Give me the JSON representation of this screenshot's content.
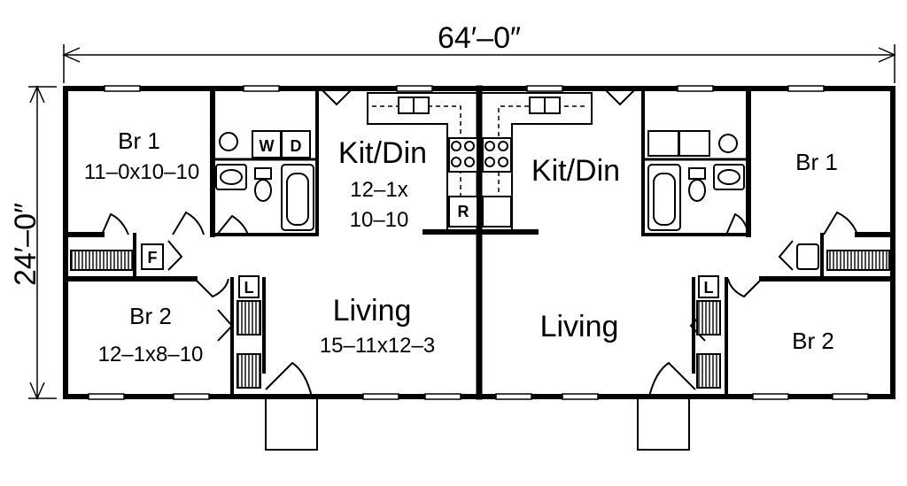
{
  "dimensions": {
    "width": "64′–0″",
    "depth": "24′–0″"
  },
  "unit_left": {
    "br1": {
      "name": "Br 1",
      "size": "11–0x10–10"
    },
    "kitchen": {
      "name": "Kit/Din",
      "size_line1": "12–1x",
      "size_line2": "10–10"
    },
    "br2": {
      "name": "Br 2",
      "size": "12–1x8–10"
    },
    "living": {
      "name": "Living",
      "size": "15–11x12–3"
    },
    "appliances": {
      "washer": "W",
      "dryer": "D",
      "refrigerator": "R",
      "furnace": "F",
      "linen": "L"
    }
  },
  "unit_right": {
    "br1": {
      "name": "Br 1"
    },
    "kitchen": {
      "name": "Kit/Din"
    },
    "br2": {
      "name": "Br 2"
    },
    "living": {
      "name": "Living"
    },
    "appliances": {
      "linen": "L"
    }
  }
}
